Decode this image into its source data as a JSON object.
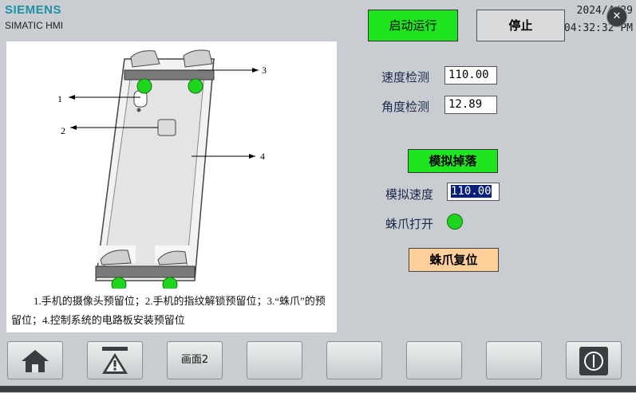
{
  "header": {
    "brand": "SIEMENS",
    "product": "SIMATIC HMI",
    "date": "2024/4/29",
    "time": "04:32:32 PM"
  },
  "controls": {
    "start_label": "启动运行",
    "stop_label": "停止",
    "speed_label": "速度检测",
    "speed_value": "110.00",
    "angle_label": "角度检测",
    "angle_value": "12.89",
    "simulate_drop_label": "模拟掉落",
    "sim_speed_label": "模拟速度",
    "sim_speed_value": "110.00",
    "claw_open_label": "蛛爪打开",
    "claw_reset_label": "蛛爪复位"
  },
  "figure": {
    "callouts": [
      "1",
      "2",
      "3",
      "4"
    ],
    "caption": "1.手机的摄像头预留位；2.手机的指纹解锁预留位；3.“蛛爪”的预留位；4.控制系统的电路板安装预留位"
  },
  "footer": {
    "screen2_label": "画面2"
  },
  "colors": {
    "active_green": "#1ee51e",
    "led_green": "#1ed61e",
    "reset_orange": "#ffcf99",
    "brand_teal": "#1a8fa8"
  },
  "icons": [
    "close-icon",
    "home-icon",
    "warning-icon",
    "power-icon"
  ]
}
